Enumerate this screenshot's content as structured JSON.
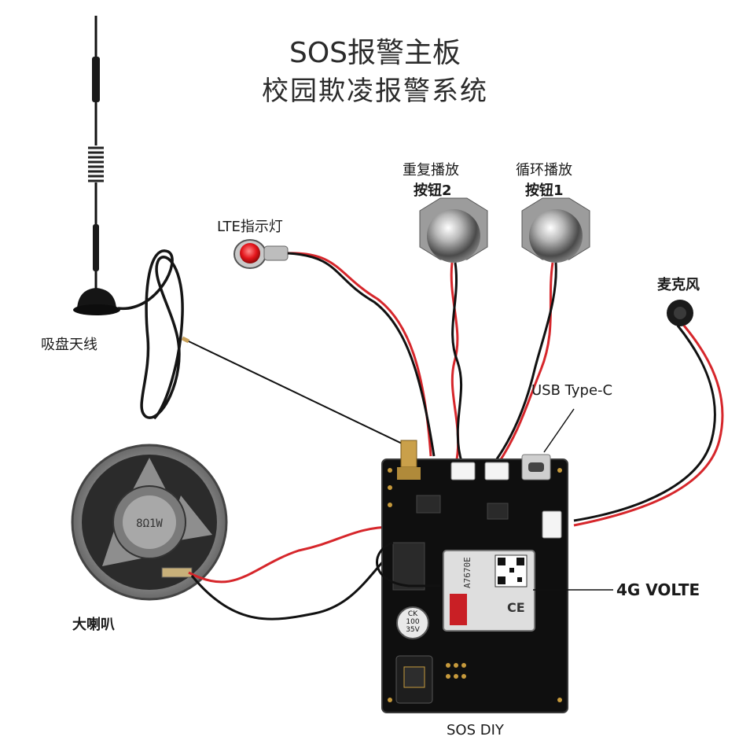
{
  "title": {
    "line1": "SOS报警主板",
    "line2": "校园欺凌报警系统"
  },
  "labels": {
    "antenna": "吸盘天线",
    "lte_indicator": "LTE指示灯",
    "button2_top": "重复播放",
    "button2_bottom": "按钮2",
    "button1_top": "循环播放",
    "button1_bottom": "按钮1",
    "microphone": "麦克风",
    "usb": "USB Type-C",
    "speaker": "大喇叭",
    "module": "4G VOLTE",
    "board": "SOS DIY"
  },
  "module_markings": {
    "model": "A7670E",
    "ce": "CE"
  },
  "capacitor_markings": [
    "CK",
    "100",
    "35V"
  ],
  "speaker_markings": [
    "8Ω1W"
  ]
}
